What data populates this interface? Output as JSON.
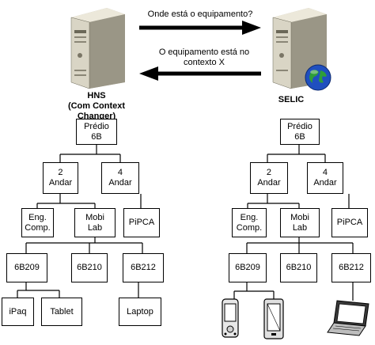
{
  "messages": {
    "request": "Onde está o equipamento?",
    "response": "O equipamento está no\ncontexto X"
  },
  "servers": {
    "left_label": "HNS\n(Com Context Changer)",
    "right_label": "SELIC"
  },
  "left_tree": {
    "root": "Prédio\n6B",
    "floor2": "2\nAndar",
    "floor4": "4\nAndar",
    "eng": "Eng.\nComp.",
    "mobi": "Mobi\nLab",
    "pipca": "PiPCA",
    "r209": "6B209",
    "r210": "6B210",
    "r212": "6B212",
    "ipaq": "iPaq",
    "tablet": "Tablet",
    "laptop": "Laptop"
  },
  "right_tree": {
    "root": "Prédio\n6B",
    "floor2": "2\nAndar",
    "floor4": "4\nAndar",
    "eng": "Eng.\nComp.",
    "mobi": "Mobi\nLab",
    "pipca": "PiPCA",
    "r209": "6B209",
    "r210": "6B210",
    "r212": "6B212"
  },
  "colors": {
    "arrow": "#000000",
    "server_body": "#d9d5c5",
    "globe": "#1f4fbf",
    "land": "#2e9e3a"
  }
}
